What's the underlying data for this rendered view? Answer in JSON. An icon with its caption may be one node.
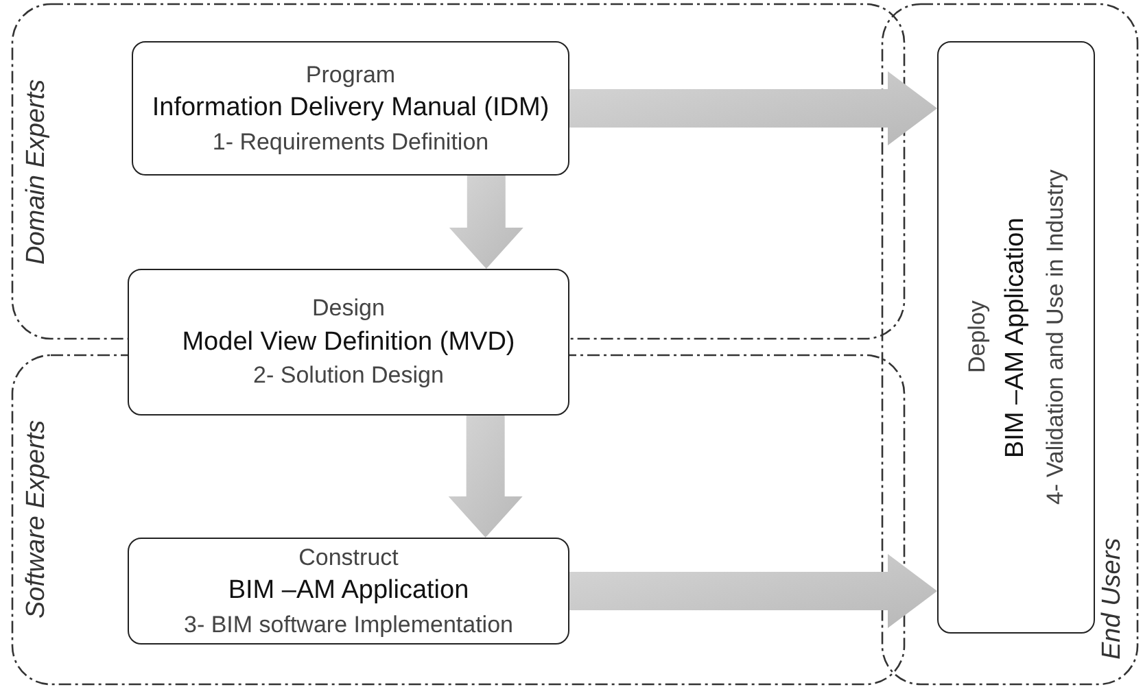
{
  "diagram": {
    "nodes": [
      {
        "text": [
          "Domain Experts"
        ]
      },
      {
        "text": [
          "Program",
          "Information Delivery Manual (IDM)",
          "1- Requirements Definition"
        ],
        "in": 0
      },
      {
        "text": [
          "Design",
          "Model View Definition (MVD)",
          "2- Solution Design"
        ]
      },
      {
        "text": [
          "Software Experts"
        ]
      },
      {
        "text": [
          "Construct",
          "BIM –AM Application",
          "3- BIM software Implementation"
        ],
        "in": 3
      },
      {
        "text": [
          "End Users"
        ]
      },
      {
        "text": [
          "Deploy",
          "BIM –AM Application",
          "4- Validation and Use in Industry"
        ],
        "in": 5
      }
    ],
    "edges": [
      {
        "from": 1,
        "to": 6,
        "arrow": "to",
        "style": "thick"
      },
      {
        "from": 1,
        "to": 2,
        "arrow": "to",
        "style": "thick"
      },
      {
        "from": 2,
        "to": 4,
        "arrow": "to",
        "style": "thick"
      },
      {
        "from": 4,
        "to": 6,
        "arrow": "to",
        "style": "thick"
      }
    ]
  }
}
